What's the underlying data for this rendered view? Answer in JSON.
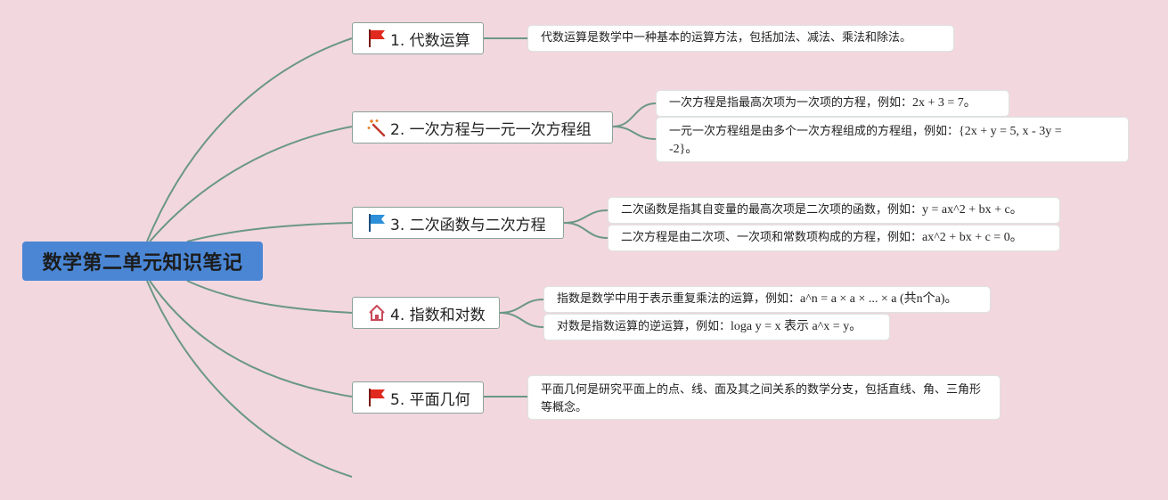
{
  "root": {
    "title": "数学第二单元知识笔记"
  },
  "colors": {
    "background": "#f2d7df",
    "root_fill": "#4a86d4",
    "connector": "#6b9787",
    "flag_red": "#e02a1f",
    "flag_blue": "#2d8fd8",
    "house": "#c94a5a"
  },
  "topics": [
    {
      "label": "1. 代数运算",
      "icon": "red-flag-icon",
      "notes": [
        {
          "text": "代数运算是数学中一种基本的运算方法，包括加法、减法、乘法和除法。",
          "formula": ""
        }
      ]
    },
    {
      "label": "2. 一次方程与一元一次方程组",
      "icon": "magic-wand-icon",
      "notes": [
        {
          "text": "一次方程是指最高次项为一次项的方程，例如：",
          "formula": "2x + 3 = 7。"
        },
        {
          "text": "一元一次方程组是由多个一次方程组成的方程组，例如：",
          "formula": "{2x + y = 5, x - 3y = -2}。"
        }
      ]
    },
    {
      "label": "3. 二次函数与二次方程",
      "icon": "blue-flag-icon",
      "notes": [
        {
          "text": "二次函数是指其自变量的最高次项是二次项的函数，例如：",
          "formula": "y = ax^2 + bx + c。"
        },
        {
          "text": "二次方程是由二次项、一次项和常数项构成的方程，例如：",
          "formula": "ax^2 + bx + c = 0。"
        }
      ]
    },
    {
      "label": "4. 指数和对数",
      "icon": "house-icon",
      "notes": [
        {
          "text": "指数是数学中用于表示重复乘法的运算，例如：",
          "formula": "a^n = a × a × ... × a (共n个a)。"
        },
        {
          "text": "对数是指数运算的逆运算，例如：",
          "formula": "loga y = x 表示 a^x = y。"
        }
      ]
    },
    {
      "label": "5. 平面几何",
      "icon": "red-flag-icon",
      "notes": [
        {
          "text": "平面几何是研究平面上的点、线、面及其之间关系的数学分支，包括直线、角、三角形等概念。",
          "formula": ""
        }
      ]
    }
  ]
}
